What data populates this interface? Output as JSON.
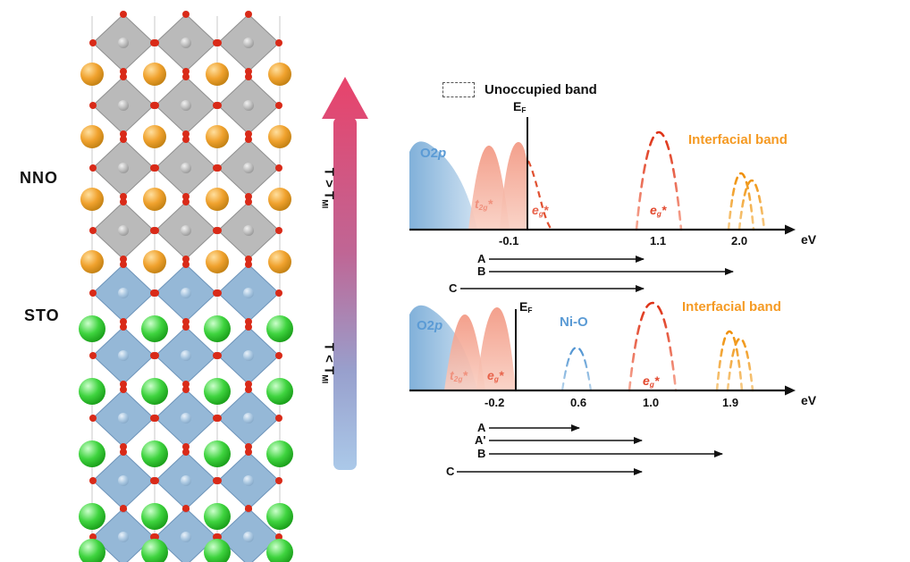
{
  "structure_panel": {
    "nno_label": "NNO",
    "sto_label": "STO"
  },
  "temperature_axis": {
    "high": {
      "main": "T > T",
      "sub": "MI"
    },
    "low": {
      "main": "T < T",
      "sub": "MI"
    }
  },
  "legend": {
    "unoccupied_band": "Unoccupied band"
  },
  "high_t_panel": {
    "fermi": {
      "main": "E",
      "sub": "F"
    },
    "o2p": {
      "main": "O2",
      "italic": "p"
    },
    "interfacial_band": "Interfacial band",
    "t2g": {
      "base": "t",
      "sub": "2g",
      "sup": "*"
    },
    "eg_near_ef": {
      "base": "e",
      "sub": "g",
      "sup": "*"
    },
    "eg_upper": {
      "base": "e",
      "sub": "g",
      "sup": "*"
    },
    "ticks": [
      "-0.1",
      "1.1",
      "2.0"
    ],
    "axis_unit": "eV",
    "transitions": [
      {
        "label": "A"
      },
      {
        "label": "B"
      },
      {
        "label": "C"
      }
    ]
  },
  "low_t_panel": {
    "fermi": {
      "main": "E",
      "sub": "F"
    },
    "o2p": {
      "main": "O2",
      "italic": "p"
    },
    "ni_o": "Ni-O",
    "interfacial_band": "Interfacial band",
    "t2g": {
      "base": "t",
      "sub": "2g",
      "sup": "*"
    },
    "eg_occ": {
      "base": "e",
      "sub": "g",
      "sup": "*"
    },
    "eg_upper": {
      "base": "e",
      "sub": "g",
      "sup": "*"
    },
    "ticks": [
      "-0.2",
      "0.6",
      "1.0",
      "1.9"
    ],
    "axis_unit": "eV",
    "transitions": [
      {
        "label": "A"
      },
      {
        "label": "A'"
      },
      {
        "label": "B"
      },
      {
        "label": "C"
      }
    ]
  },
  "band_positions": {
    "high_t": {
      "occupied_center_ev": -0.1,
      "eg_upper_ev": 1.1,
      "interfacial_ev": 2.0
    },
    "low_t": {
      "occupied_center_ev": -0.2,
      "ni_o_ev": 0.6,
      "eg_upper_ev": 1.0,
      "interfacial_ev": 1.9
    }
  },
  "colors": {
    "orange_accent": "#f59a23",
    "red_band": "#e2482e",
    "salmon_band": "#f0907c",
    "blue_band": "#5b9bd5",
    "nno_cation": "#e8941f",
    "sto_cation": "#2ec42e",
    "oxygen": "#d92a18",
    "nio6_octahedron": "#ababab",
    "tio6_octahedron": "#82abd0",
    "temp_hot": "#e8436b",
    "temp_cold": "#a9c8e8"
  }
}
